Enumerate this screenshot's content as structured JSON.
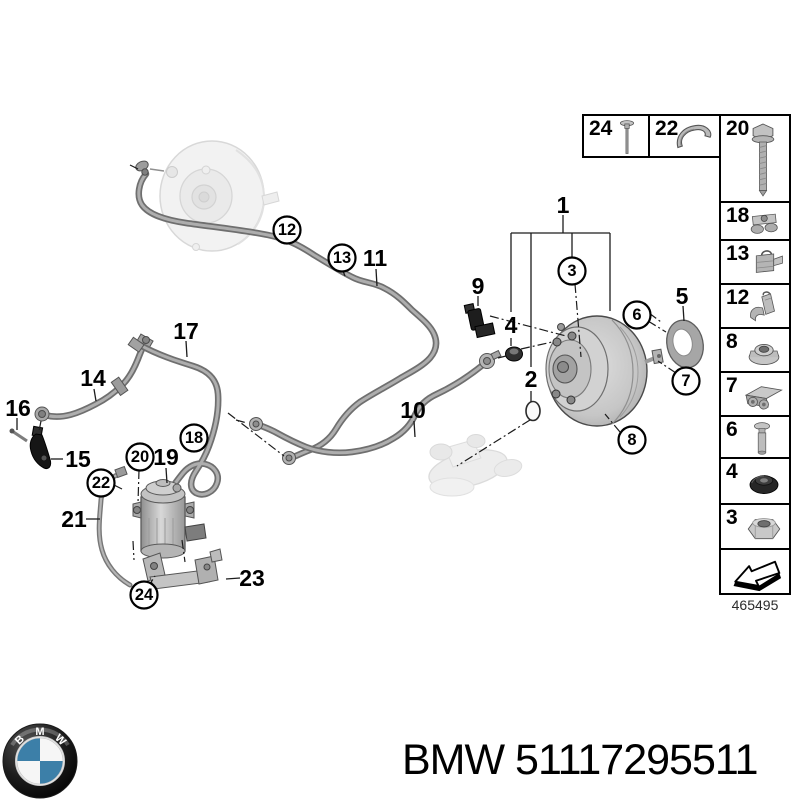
{
  "brand_footer": {
    "logo_letters": [
      "B",
      "M",
      "W"
    ],
    "part_label": "BMW 51117295511"
  },
  "diagram_code": "465495",
  "legend": {
    "top_row": [
      {
        "number": "24",
        "icon": "blind-rivet-icon"
      },
      {
        "number": "22",
        "icon": "spring-clip-icon"
      },
      {
        "number": "20",
        "icon": "hex-bolt-icon"
      }
    ],
    "column": [
      {
        "number": "18",
        "icon": "hose-clamp-icon"
      },
      {
        "number": "13",
        "icon": "retaining-clip-icon"
      },
      {
        "number": "12",
        "icon": "retaining-clip-icon"
      },
      {
        "number": "8",
        "icon": "collar-nut-icon"
      },
      {
        "number": "7",
        "icon": "u-clip-icon"
      },
      {
        "number": "6",
        "icon": "rivet-pin-icon"
      },
      {
        "number": "4",
        "icon": "rubber-grommet-icon"
      },
      {
        "number": "3",
        "icon": "hex-nut-icon"
      },
      {
        "number": "",
        "icon": "direction-arrow-icon"
      }
    ]
  },
  "callouts": {
    "plain": {
      "c1": "1",
      "c2": "2",
      "c4": "4",
      "c5": "5",
      "c9": "9",
      "c10": "10",
      "c11": "11",
      "c14": "14",
      "c15": "15",
      "c16": "16",
      "c17": "17",
      "c19": "19",
      "c21": "21",
      "c23": "23"
    },
    "circled": {
      "c3": "3",
      "c6": "6",
      "c7": "7",
      "c8": "8",
      "c12": "12",
      "c13": "13",
      "c18": "18",
      "c20": "20",
      "c22": "22",
      "c24": "24"
    }
  },
  "colors": {
    "logo_blue": "#3c7fa8",
    "line_black": "#1c1c1c",
    "pipe_gray": "#6f6f6f"
  }
}
